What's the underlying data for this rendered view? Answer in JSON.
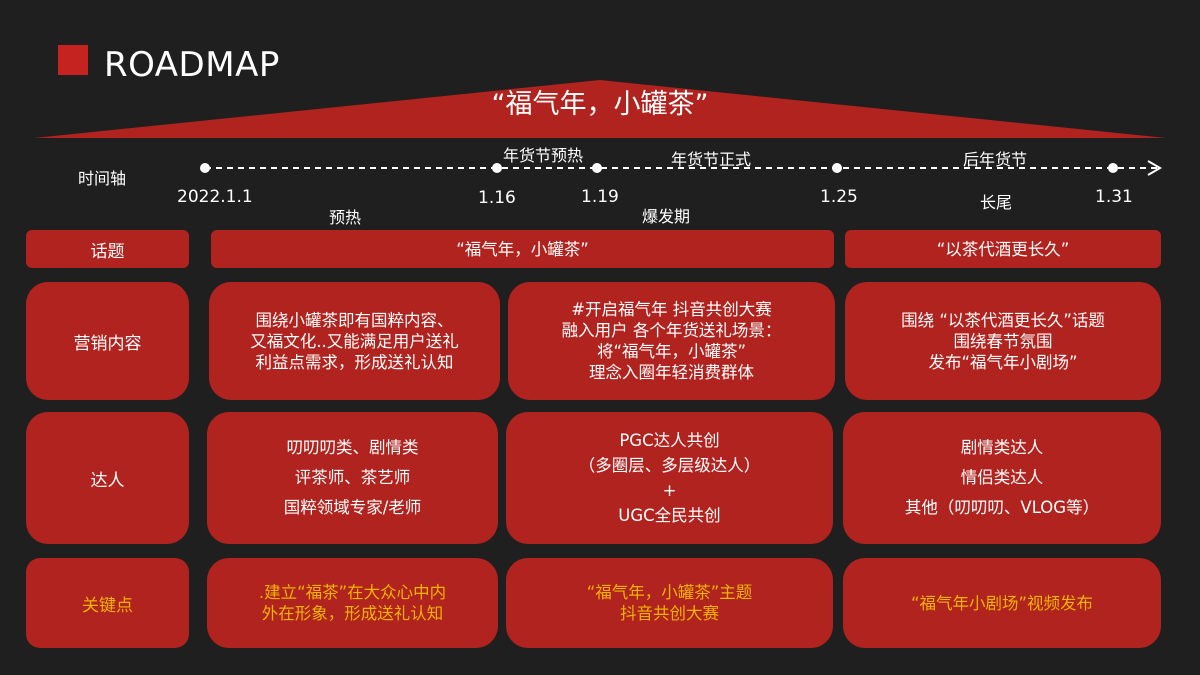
{
  "page": {
    "title": "ROADMAP",
    "slogan": "“福气年，小罐茶”"
  },
  "colors": {
    "background": "#1f1f1f",
    "accent_red": "#b0231f",
    "highlight_gold": "#f0b400"
  },
  "timeline": {
    "axis_label": "时间轴",
    "dates": [
      "2022.1.1",
      "1.16",
      "1.19",
      "1.25",
      "1.31"
    ],
    "phases_above": [
      "年货节预热",
      "年货节正式",
      "后年货节"
    ],
    "phases_below": [
      "预热",
      "爆发期",
      "长尾"
    ]
  },
  "rows": {
    "topic": {
      "label": "话题",
      "main": "“福气年，小罐茶”",
      "late": "“以茶代酒更长久”"
    },
    "marketing": {
      "label": "营销内容",
      "cells": [
        [
          "围绕小罐茶即有国粹内容、",
          "又福文化..又能满足用户送礼",
          "利益点需求，形成送礼认知"
        ],
        [
          "#开启福气年 抖音共创大赛",
          "融入用户 各个年货送礼场景：",
          "将“福气年，小罐茶”",
          "理念入圈年轻消费群体"
        ],
        [
          "围绕 “以茶代酒更长久”话题",
          "围绕春节氛围",
          "发布“福气年小剧场”"
        ]
      ]
    },
    "influencers": {
      "label": "达人",
      "cells": [
        [
          "叨叨叨类、剧情类",
          "评茶师、茶艺师",
          "国粹领域专家/老师"
        ],
        [
          "PGC达人共创",
          "（多圈层、多层级达人）",
          "+",
          "UGC全民共创"
        ],
        [
          "剧情类达人",
          "情侣类达人",
          "其他（叨叨叨、VLOG等）"
        ]
      ]
    },
    "keypoints": {
      "label": "关键点",
      "cells": [
        [
          ".建立“福茶”在大众心中内",
          "外在形象，形成送礼认知"
        ],
        [
          "“福气年，小罐茶”主题",
          "抖音共创大赛"
        ],
        [
          "“福气年小剧场”视频发布"
        ]
      ]
    }
  }
}
